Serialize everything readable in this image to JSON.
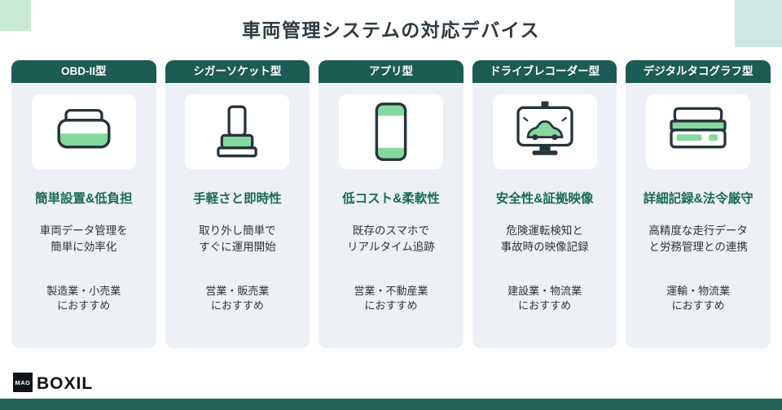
{
  "title": "車両管理システムの対応デバイス",
  "cards": [
    {
      "header": "OBD-II型",
      "icon": "obd-device-icon",
      "headline": "簡単設置&低負担",
      "description": "車両データ管理を\n簡単に効率化",
      "recommendation": "製造業・小売業\nにおすすめ"
    },
    {
      "header": "シガーソケット型",
      "icon": "cigar-socket-icon",
      "headline": "手軽さと即時性",
      "description": "取り外し簡単で\nすぐに運用開始",
      "recommendation": "営業・販売業\nにおすすめ"
    },
    {
      "header": "アプリ型",
      "icon": "smartphone-icon",
      "headline": "低コスト&柔軟性",
      "description": "既存のスマホで\nリアルタイム追跡",
      "recommendation": "営業・不動産業\nにおすすめ"
    },
    {
      "header": "ドライブレコーダー型",
      "icon": "drive-recorder-icon",
      "headline": "安全性&証拠映像",
      "description": "危険運転検知と\n事故時の映像記録",
      "recommendation": "建設業・物流業\nにおすすめ"
    },
    {
      "header": "デジタルタコグラフ型",
      "icon": "digital-tachograph-icon",
      "headline": "詳細記録&法令厳守",
      "description": "高精度な走行データ\nと労務管理との連携",
      "recommendation": "運輸・物流業\nにおすすめ"
    }
  ],
  "footer": {
    "logo_mark": "MAG",
    "logo_text": "BOXIL"
  },
  "colors": {
    "header_teal": "#1d5b55",
    "accent_green": "#85d99e",
    "body_bg": "#edf1f5",
    "headline_green": "#1a6b53",
    "bottom_bar": "#266159"
  }
}
